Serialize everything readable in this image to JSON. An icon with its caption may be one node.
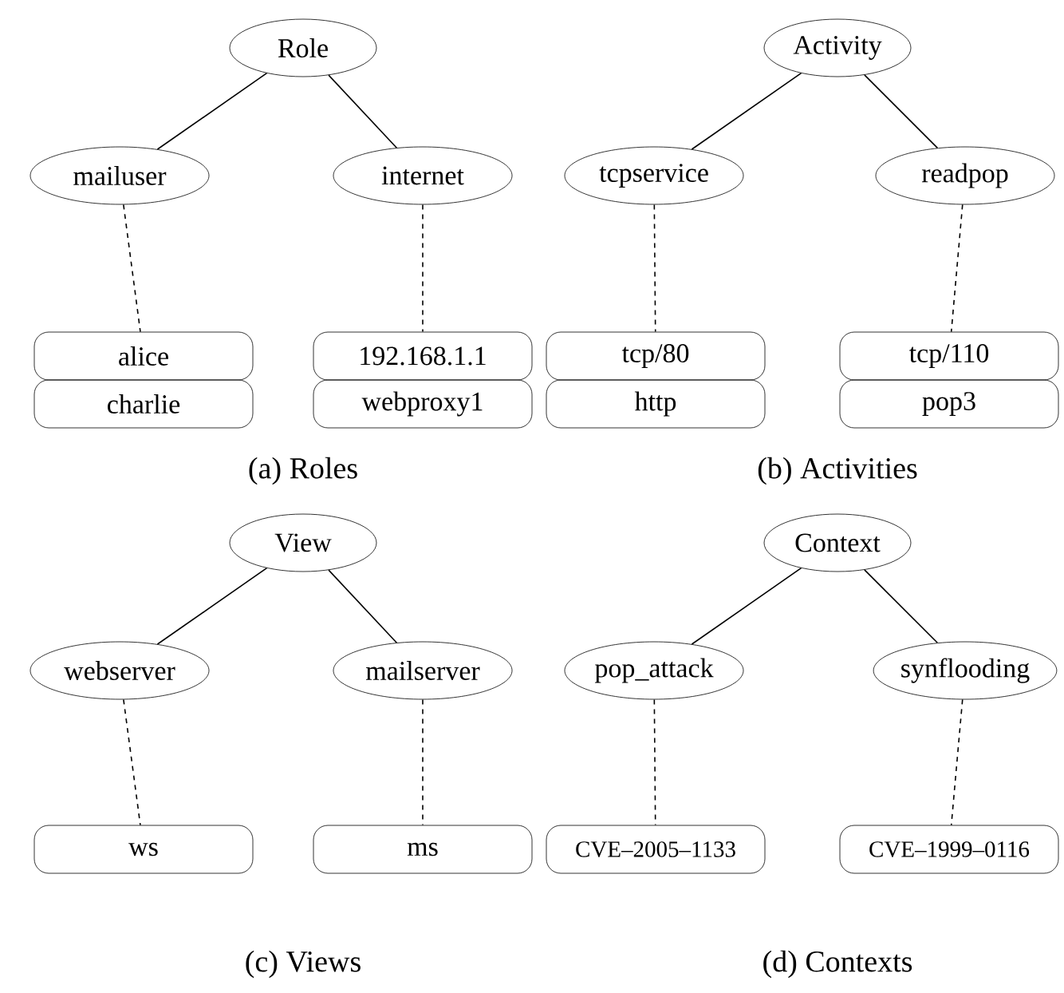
{
  "diagram": {
    "nodes": [
      {
        "text": [
          "Role"
        ]
      },
      {
        "text": [
          "mailuser"
        ]
      },
      {
        "text": [
          "internet"
        ]
      },
      {
        "text": [
          "alice"
        ]
      },
      {
        "text": [
          "charlie"
        ]
      },
      {
        "text": [
          "192.168.1.1"
        ]
      },
      {
        "text": [
          "webproxy1"
        ]
      },
      {
        "text": [
          "Activity"
        ]
      },
      {
        "text": [
          "tcpservice"
        ]
      },
      {
        "text": [
          "readpop"
        ]
      },
      {
        "text": [
          "tcp/80"
        ]
      },
      {
        "text": [
          "http"
        ]
      },
      {
        "text": [
          "tcp/110"
        ]
      },
      {
        "text": [
          "pop3"
        ]
      },
      {
        "text": [
          "View"
        ]
      },
      {
        "text": [
          "webserver"
        ]
      },
      {
        "text": [
          "mailserver"
        ]
      },
      {
        "text": [
          "ws"
        ]
      },
      {
        "text": [
          "ms"
        ]
      },
      {
        "text": [
          "Context"
        ]
      },
      {
        "text": [
          "pop_attack"
        ]
      },
      {
        "text": [
          "synflooding"
        ]
      },
      {
        "text": [
          "CVE–2005–1133"
        ]
      },
      {
        "text": [
          "CVE–1999–0116"
        ]
      }
    ],
    "edges": [
      {
        "from": 0,
        "to": 1,
        "arrow": "none"
      },
      {
        "from": 0,
        "to": 2,
        "arrow": "none"
      },
      {
        "from": 1,
        "to": 3,
        "arrow": "none",
        "style": "dashed"
      },
      {
        "from": 2,
        "to": 5,
        "arrow": "none",
        "style": "dashed"
      },
      {
        "from": 7,
        "to": 8,
        "arrow": "none"
      },
      {
        "from": 7,
        "to": 9,
        "arrow": "none"
      },
      {
        "from": 8,
        "to": 10,
        "arrow": "none",
        "style": "dashed"
      },
      {
        "from": 9,
        "to": 12,
        "arrow": "none",
        "style": "dashed"
      },
      {
        "from": 14,
        "to": 15,
        "arrow": "none"
      },
      {
        "from": 14,
        "to": 16,
        "arrow": "none"
      },
      {
        "from": 15,
        "to": 17,
        "arrow": "none",
        "style": "dashed"
      },
      {
        "from": 16,
        "to": 18,
        "arrow": "none",
        "style": "dashed"
      },
      {
        "from": 19,
        "to": 20,
        "arrow": "none"
      },
      {
        "from": 19,
        "to": 21,
        "arrow": "none"
      },
      {
        "from": 20,
        "to": 22,
        "arrow": "none",
        "style": "dashed"
      },
      {
        "from": 21,
        "to": 23,
        "arrow": "none",
        "style": "dashed"
      }
    ],
    "labels": [
      "(a) Roles",
      "(b) Activities",
      "(c) Views",
      "(d) Contexts"
    ]
  }
}
